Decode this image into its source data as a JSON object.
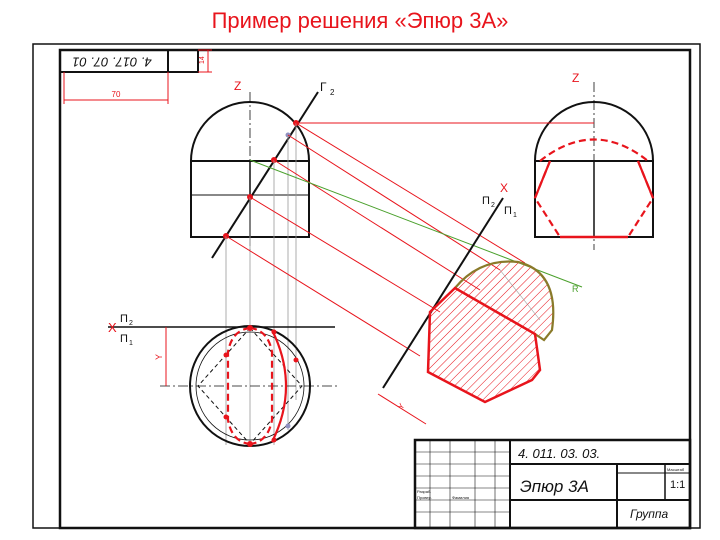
{
  "slide": {
    "title_prefix": "Пример решения «",
    "title_accent": "Эпюр 3А",
    "title_suffix": "»"
  },
  "drawing": {
    "stamp_code_top": "4. 017. 07. 01",
    "dim_70": "70",
    "dim_14": "14",
    "label_z_front": "Z",
    "label_z_side": "Z",
    "label_gamma": "Г",
    "label_gamma_sub": "2",
    "label_x": "X",
    "label_p2": "П",
    "label_p2_sub": "2",
    "label_p1": "П",
    "label_p1_sub": "1",
    "label_x_new": "X",
    "label_p2_new": "П",
    "label_p2_new_sub": "2",
    "label_p1_new": "П",
    "label_p1_new_sub": "1",
    "label_y_left": "Y",
    "label_y_new": "Y",
    "label_r": "R",
    "colors": {
      "red": "#e8141c",
      "green": "#4aa02c",
      "olive": "#8a7a2a",
      "black": "#111111",
      "gray": "#9a9a9a"
    }
  },
  "title_block": {
    "code": "4. 011. 03. 03.",
    "name": "Эпюр 3А",
    "scale": "1:1",
    "group": "Группа",
    "small_masshtab": "Масштаб",
    "small_razrab": "Разраб.",
    "small_prov": "Провер.",
    "small_studenta": "Фамилия"
  }
}
